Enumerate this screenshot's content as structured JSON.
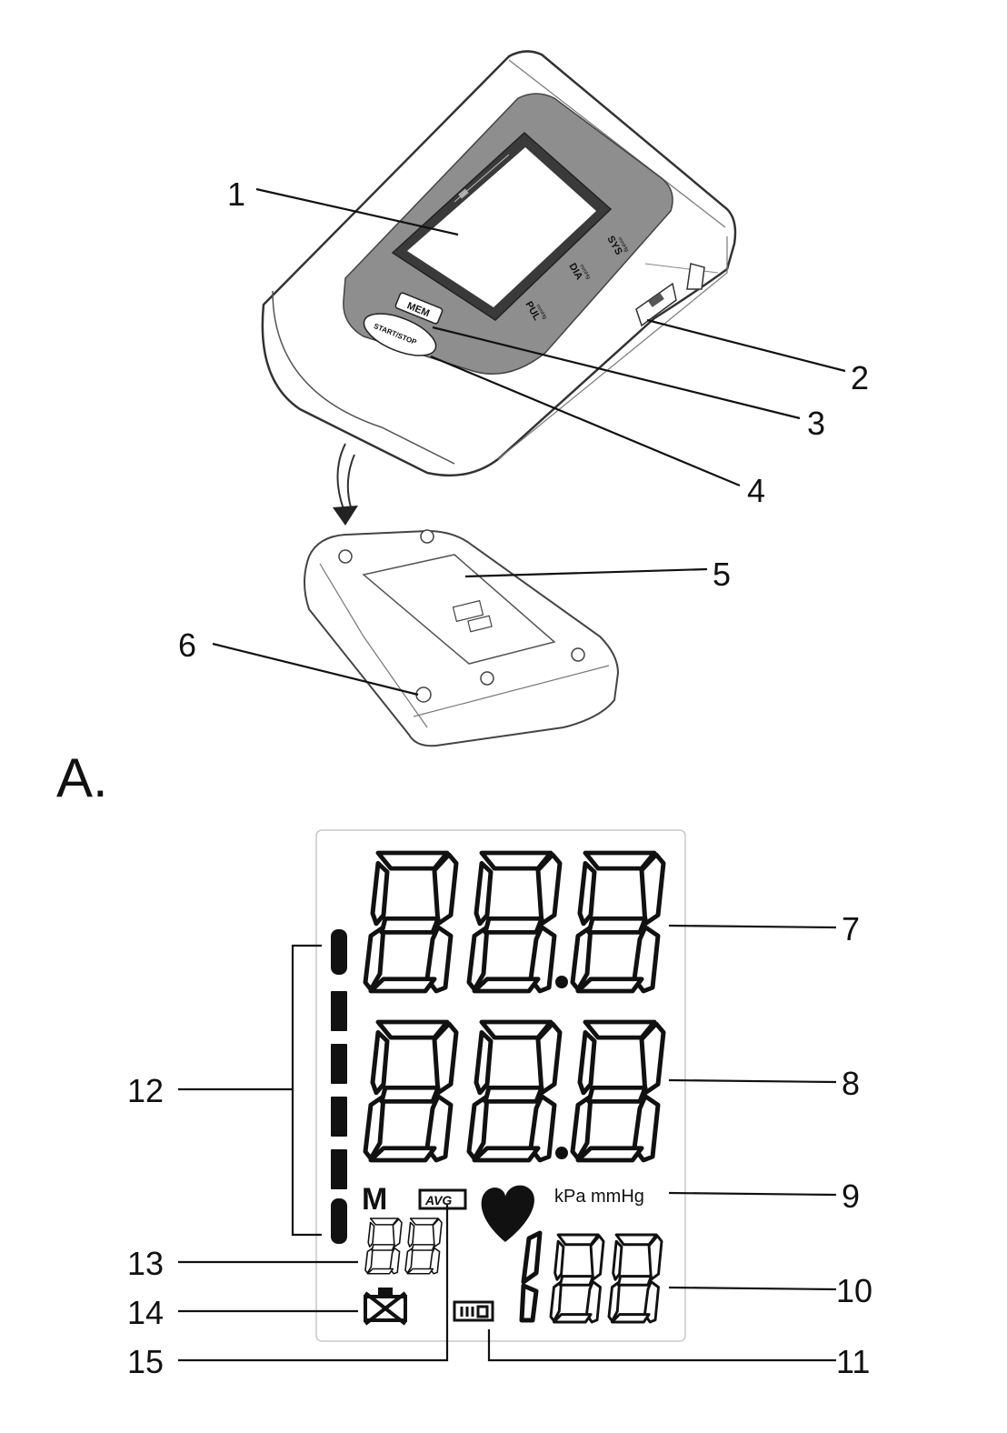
{
  "device": {
    "buttons": {
      "mem": "MEM",
      "start_stop": "START/STOP"
    },
    "panel_labels": {
      "sys": "SYS",
      "dia": "DIA",
      "pul": "PUL",
      "unit": "mmHg"
    }
  },
  "callouts": {
    "c1": "1",
    "c2": "2",
    "c3": "3",
    "c4": "4",
    "c5": "5",
    "c6": "6",
    "c7": "7",
    "c8": "8",
    "c9": "9",
    "c10": "10",
    "c11": "11",
    "c12": "12",
    "c13": "13",
    "c14": "14",
    "c15": "15"
  },
  "section_label": "A.",
  "lcd": {
    "avg": "AVG",
    "memory": "M",
    "units": "kPa mmHg"
  },
  "colors": {
    "ink": "#111111",
    "panel": "#8a8a8a",
    "outline": "#666666"
  }
}
